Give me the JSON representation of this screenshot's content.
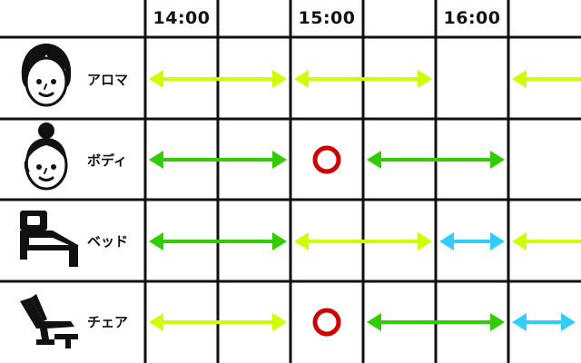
{
  "time_slots": [
    "14:00",
    "",
    "15:00",
    "",
    "16:00",
    ""
  ],
  "rows": [
    {
      "label": "アロマ",
      "icon": "woman-short-hair-icon",
      "cells": [
        "arrow-lime",
        "arrow-lime-cont",
        "arrow-lime",
        "arrow-lime-cont",
        "empty",
        "arrow-lime-left-partial"
      ]
    },
    {
      "label": "ボディ",
      "icon": "woman-bun-hair-icon",
      "cells": [
        "arrow-green",
        "arrow-green-cont",
        "circle",
        "arrow-green",
        "arrow-green-cont",
        "empty"
      ]
    },
    {
      "label": "ベッド",
      "icon": "bed-icon",
      "cells": [
        "arrow-green",
        "arrow-green-cont",
        "arrow-lime",
        "arrow-lime-cont",
        "arrow-cyan",
        "arrow-lime-left-partial"
      ]
    },
    {
      "label": "チェア",
      "icon": "reclining-chair-icon",
      "cells": [
        "arrow-lime",
        "arrow-lime-cont",
        "circle",
        "arrow-green",
        "arrow-green-cont",
        "arrow-cyan-partial"
      ]
    }
  ],
  "colors": {
    "lime": "#ccff00",
    "green": "#33cc00",
    "cyan": "#33ccff",
    "circle": "#cc0000",
    "grid": "#111111"
  }
}
